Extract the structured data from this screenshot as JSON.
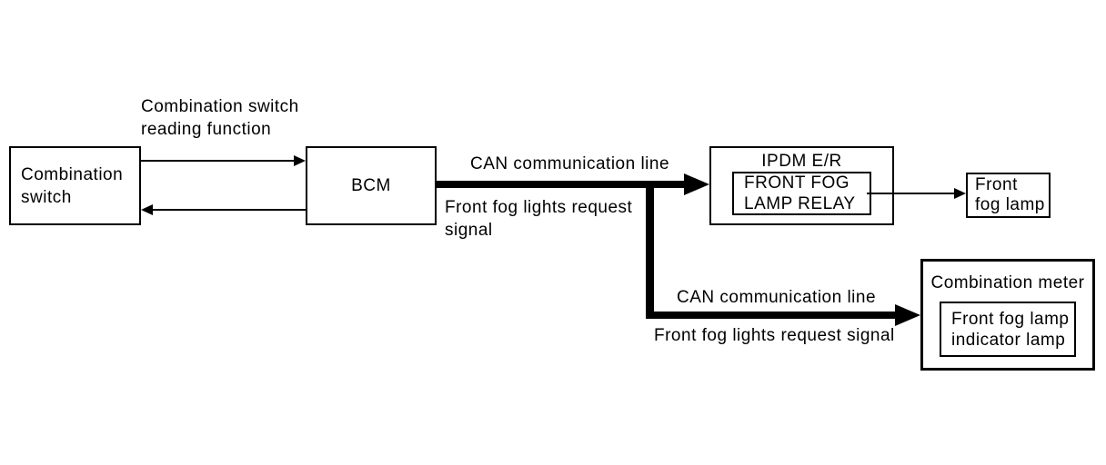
{
  "colors": {
    "background": "#ffffff",
    "line": "#000000"
  },
  "nodes": {
    "combination_switch": {
      "lines": [
        "Combination",
        "switch"
      ]
    },
    "bcm": {
      "label": "BCM"
    },
    "ipdm": {
      "title": "IPDM E/R",
      "relay_lines": [
        "FRONT FOG",
        "LAMP RELAY"
      ]
    },
    "front_fog_lamp": {
      "lines": [
        "Front",
        "fog lamp"
      ]
    },
    "combination_meter": {
      "title": "Combination meter",
      "indicator_lines": [
        "Front fog lamp",
        "indicator lamp"
      ]
    }
  },
  "edges": {
    "combination_switch_to_bcm": {
      "label_lines": [
        "Combination switch",
        "reading function"
      ]
    },
    "bcm_to_ipdm": {
      "label_above": "CAN communication line",
      "label_below_lines": [
        "Front fog lights request",
        "signal"
      ]
    },
    "bcm_to_combination_meter": {
      "label_above": "CAN communication line",
      "label_below": "Front fog lights request signal"
    }
  }
}
